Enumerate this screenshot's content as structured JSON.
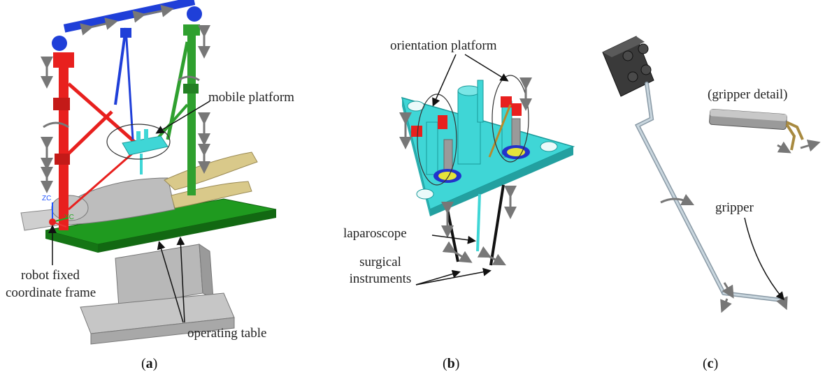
{
  "figure": {
    "panels": [
      {
        "caption_prefix": "(",
        "caption_letter": "a",
        "caption_suffix": ")",
        "labels": {
          "mobile_platform": "mobile platform",
          "robot_frame_line1": "robot fixed",
          "robot_frame_line2": "coordinate frame",
          "operating_table": "operating table",
          "axis_z": "ZC",
          "axis_y": "YC"
        }
      },
      {
        "caption_prefix": "(",
        "caption_letter": "b",
        "caption_suffix": ")",
        "labels": {
          "orientation_platform": "orientation platform",
          "laparoscope": "laparoscope",
          "surgical_line1": "surgical",
          "surgical_line2": "instruments"
        }
      },
      {
        "caption_prefix": "(",
        "caption_letter": "c",
        "caption_suffix": ")",
        "labels": {
          "gripper_detail": "(gripper detail)",
          "gripper": "gripper"
        }
      }
    ],
    "colors": {
      "red_leg": "#e8201e",
      "blue_beam": "#1f3fd8",
      "green_leg": "#2fa02f",
      "table_green": "#1f9a1f",
      "cyan_platform": "#3fd6d6",
      "grey_body": "#bdbdbd",
      "tan_legs": "#d9c98a",
      "arrow_grey": "#777777"
    }
  }
}
